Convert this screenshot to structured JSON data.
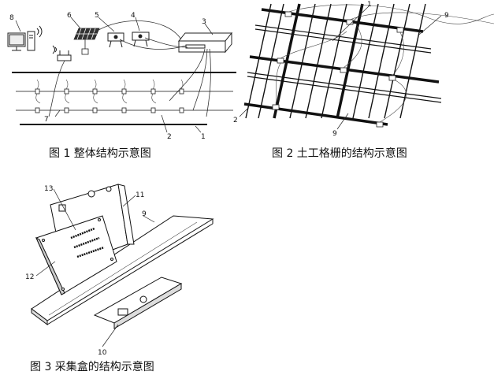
{
  "figures": [
    {
      "caption": "图 1  整体结构示意图",
      "labels": [
        "1",
        "2",
        "3",
        "4",
        "5",
        "6",
        "7",
        "8"
      ]
    },
    {
      "caption": "图 2  土工格栅的结构示意图",
      "labels": [
        "1",
        "2",
        "9",
        "9"
      ]
    },
    {
      "caption": "图 3  采集盒的结构示意图",
      "labels": [
        "9",
        "10",
        "11",
        "12",
        "13"
      ]
    }
  ]
}
